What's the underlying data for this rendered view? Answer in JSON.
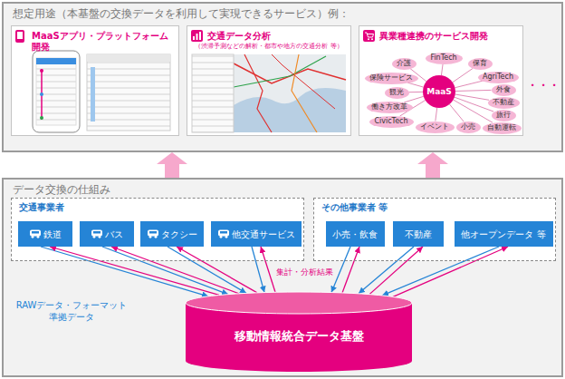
{
  "diagram": {
    "nodes": [
      {
        "text": [
          "想定用途（本基盤の交換データを利用して実現できるサービス）例："
        ]
      },
      {
        "text": [
          "MaaSアプリ・プラットフォーム開発"
        ],
        "in": 0
      },
      {
        "text": [
          "交通データ分析",
          "（渋滞予測などの解析・都市や地方の交通分析 等）"
        ],
        "in": 0
      },
      {
        "text": [
          "異業種連携のサービス開発"
        ],
        "in": 0
      },
      {
        "text": [
          "MaaS"
        ],
        "in": 3
      },
      {
        "text": [
          "介護"
        ],
        "in": 3
      },
      {
        "text": [
          "FinTech"
        ],
        "in": 3
      },
      {
        "text": [
          "保育"
        ],
        "in": 3
      },
      {
        "text": [
          "AgriTech"
        ],
        "in": 3
      },
      {
        "text": [
          "保険サービス"
        ],
        "in": 3
      },
      {
        "text": [
          "外食"
        ],
        "in": 3
      },
      {
        "text": [
          "不動産"
        ],
        "in": 3
      },
      {
        "text": [
          "観光"
        ],
        "in": 3
      },
      {
        "text": [
          "旅行"
        ],
        "in": 3
      },
      {
        "text": [
          "働き方改革"
        ],
        "in": 3
      },
      {
        "text": [
          "CivicTech"
        ],
        "in": 3
      },
      {
        "text": [
          "イベント"
        ],
        "in": 3
      },
      {
        "text": [
          "小売"
        ],
        "in": 3
      },
      {
        "text": [
          "自動運転"
        ],
        "in": 3
      },
      {
        "text": [
          "データ交換の仕組み"
        ]
      },
      {
        "text": [
          "交通事業者"
        ],
        "in": 19
      },
      {
        "text": [
          "鉄道"
        ],
        "in": 20
      },
      {
        "text": [
          "バス"
        ],
        "in": 20
      },
      {
        "text": [
          "タクシー"
        ],
        "in": 20
      },
      {
        "text": [
          "他交通サービス"
        ],
        "in": 20
      },
      {
        "text": [
          "その他事業者 等"
        ],
        "in": 19
      },
      {
        "text": [
          "小売・飲食"
        ],
        "in": 25
      },
      {
        "text": [
          "不動産"
        ],
        "in": 25
      },
      {
        "text": [
          "他オープンデータ 等"
        ],
        "in": 25
      },
      {
        "text": [
          "移動情報統合データ基盤"
        ],
        "in": 19
      }
    ],
    "edges": [
      {
        "from": 4,
        "to": 5,
        "arrow": "none"
      },
      {
        "from": 4,
        "to": 6,
        "arrow": "none"
      },
      {
        "from": 4,
        "to": 7,
        "arrow": "none"
      },
      {
        "from": 4,
        "to": 8,
        "arrow": "none"
      },
      {
        "from": 4,
        "to": 9,
        "arrow": "none"
      },
      {
        "from": 4,
        "to": 10,
        "arrow": "none"
      },
      {
        "from": 4,
        "to": 11,
        "arrow": "none"
      },
      {
        "from": 4,
        "to": 12,
        "arrow": "none"
      },
      {
        "from": 4,
        "to": 13,
        "arrow": "none"
      },
      {
        "from": 4,
        "to": 14,
        "arrow": "none"
      },
      {
        "from": 4,
        "to": 15,
        "arrow": "none"
      },
      {
        "from": 4,
        "to": 16,
        "arrow": "none"
      },
      {
        "from": 4,
        "to": 17,
        "arrow": "none"
      },
      {
        "from": 4,
        "to": 18,
        "arrow": "none"
      },
      {
        "from": 19,
        "to": 0,
        "arrow": "to"
      },
      {
        "from": 19,
        "to": 0,
        "arrow": "to"
      },
      {
        "from": 21,
        "to": 29,
        "arrow": "to"
      },
      {
        "from": 29,
        "to": 21,
        "arrow": "to"
      },
      {
        "from": 22,
        "to": 29,
        "arrow": "to"
      },
      {
        "from": 29,
        "to": 22,
        "arrow": "to"
      },
      {
        "from": 23,
        "to": 29,
        "arrow": "to"
      },
      {
        "from": 29,
        "to": 23,
        "arrow": "to"
      },
      {
        "from": 24,
        "to": 29,
        "arrow": "to"
      },
      {
        "from": 29,
        "to": 24,
        "arrow": "to"
      },
      {
        "from": 26,
        "to": 29,
        "arrow": "to"
      },
      {
        "from": 29,
        "to": 26,
        "arrow": "to"
      },
      {
        "from": 27,
        "to": 29,
        "arrow": "to"
      },
      {
        "from": 29,
        "to": 27,
        "arrow": "to"
      },
      {
        "from": 28,
        "to": 29,
        "arrow": "to"
      },
      {
        "from": 29,
        "to": 28,
        "arrow": "to"
      }
    ],
    "labels": [
      "・・・",
      "RAWデータ・フォーマット 準拠データ",
      "集計・分析結果"
    ]
  }
}
